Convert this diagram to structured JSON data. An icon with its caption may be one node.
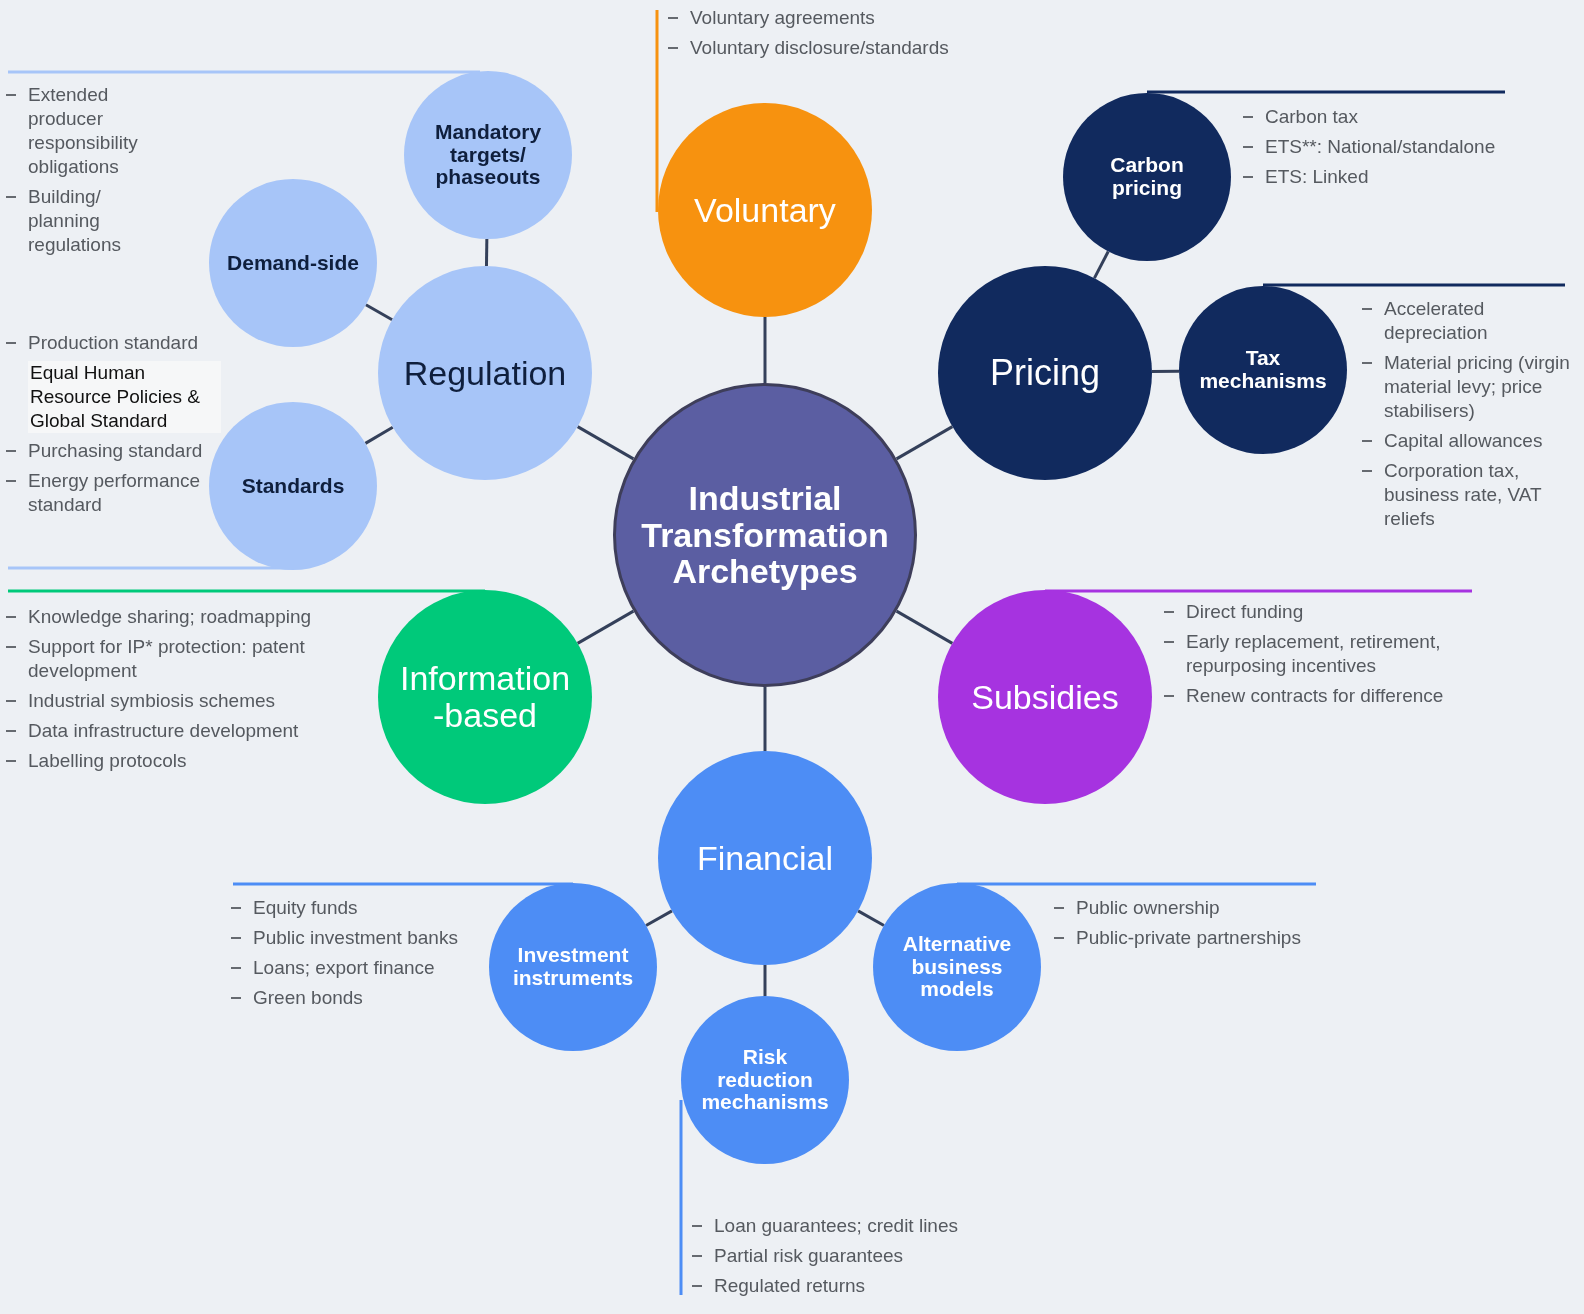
{
  "diagram": {
    "nodes": [
      {
        "text": [
          "Industrial Transformation Archetypes"
        ]
      },
      {
        "text": [
          "Voluntary"
        ],
        "beside": [
          "Voluntary agreements",
          "Voluntary disclosure/standards"
        ]
      },
      {
        "text": [
          "Regulation"
        ]
      },
      {
        "text": [
          "Mandatory targets/ phaseouts"
        ],
        "beside": [
          "Extended producer responsibility obligations",
          "Building/ planning regulations"
        ]
      },
      {
        "text": [
          "Demand-side"
        ]
      },
      {
        "text": [
          "Standards"
        ],
        "beside": [
          "Production standard",
          "Equal Human Resource Policies & Global Standard",
          "Purchasing standard",
          "Energy performance standard"
        ]
      },
      {
        "text": [
          "Pricing"
        ]
      },
      {
        "text": [
          "Carbon pricing"
        ],
        "beside": [
          "Carbon tax",
          "ETS**: National/standalone",
          "ETS: Linked"
        ]
      },
      {
        "text": [
          "Tax mechanisms"
        ],
        "beside": [
          "Accelerated depreciation",
          "Material pricing (virgin material levy; price stabilisers)",
          "Capital allowances",
          "Corporation tax, business rate, VAT reliefs"
        ]
      },
      {
        "text": [
          "Information -based"
        ],
        "beside": [
          "Knowledge sharing; roadmapping",
          "Support for IP* protection: patent development",
          "Industrial symbiosis schemes",
          "Data infrastructure development",
          "Labelling protocols"
        ]
      },
      {
        "text": [
          "Subsidies"
        ],
        "beside": [
          "Direct funding",
          "Early replacement, retirement, repurposing incentives",
          "Renew contracts for difference"
        ]
      },
      {
        "text": [
          "Financial"
        ]
      },
      {
        "text": [
          "Investment instruments"
        ],
        "beside": [
          "Equity funds",
          "Public investment banks",
          "Loans; export finance",
          "Green bonds"
        ]
      },
      {
        "text": [
          "Alternative business models"
        ],
        "beside": [
          "Public ownership",
          "Public-private partnerships"
        ]
      },
      {
        "text": [
          "Risk reduction mechanisms"
        ],
        "beside": [
          "Loan guarantees; credit lines",
          "Partial risk guarantees",
          "Regulated returns"
        ]
      }
    ],
    "edges": [
      {
        "from": 0,
        "to": 1,
        "arrow": "none"
      },
      {
        "from": 0,
        "to": 2,
        "arrow": "none"
      },
      {
        "from": 0,
        "to": 6,
        "arrow": "none"
      },
      {
        "from": 0,
        "to": 9,
        "arrow": "none"
      },
      {
        "from": 0,
        "to": 10,
        "arrow": "none"
      },
      {
        "from": 0,
        "to": 11,
        "arrow": "none"
      },
      {
        "from": 2,
        "to": 3,
        "arrow": "none"
      },
      {
        "from": 2,
        "to": 4,
        "arrow": "none"
      },
      {
        "from": 2,
        "to": 5,
        "arrow": "none"
      },
      {
        "from": 6,
        "to": 7,
        "arrow": "none"
      },
      {
        "from": 6,
        "to": 8,
        "arrow": "none"
      },
      {
        "from": 11,
        "to": 12,
        "arrow": "none"
      },
      {
        "from": 11,
        "to": 13,
        "arrow": "none"
      },
      {
        "from": 11,
        "to": 14,
        "arrow": "none"
      }
    ]
  }
}
